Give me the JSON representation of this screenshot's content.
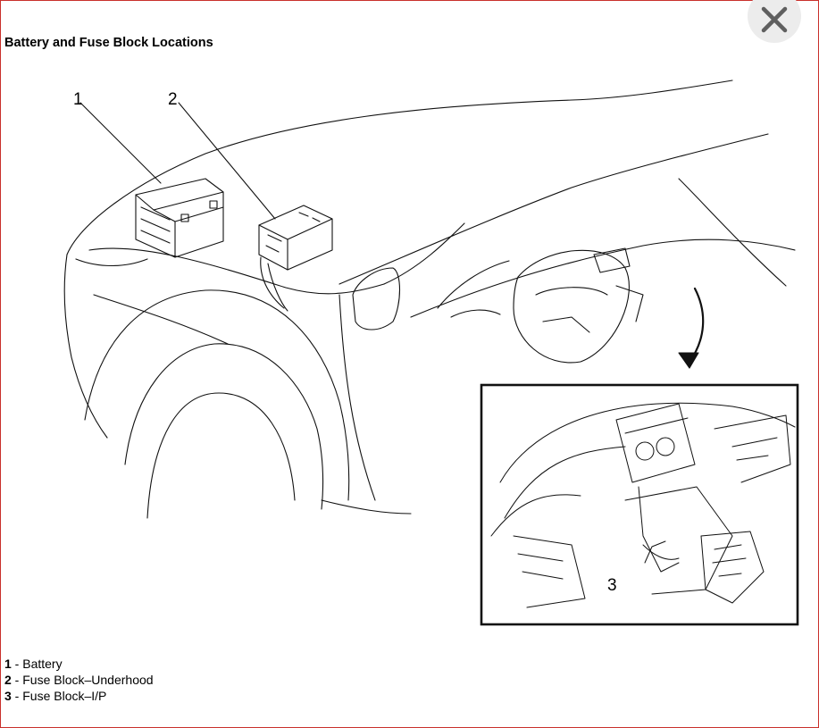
{
  "title": "Battery and Fuse Block Locations",
  "callouts": [
    "1",
    "2",
    "3"
  ],
  "legend": [
    {
      "num": "1",
      "label": " - Battery"
    },
    {
      "num": "2",
      "label": " - Fuse Block–Underhood"
    },
    {
      "num": "3",
      "label": " - Fuse Block–I/P"
    }
  ],
  "icons": {
    "close": "close-icon"
  },
  "colors": {
    "border": "#c9302c",
    "close_bg": "#ececec",
    "close_glyph": "#5f5f5f"
  }
}
